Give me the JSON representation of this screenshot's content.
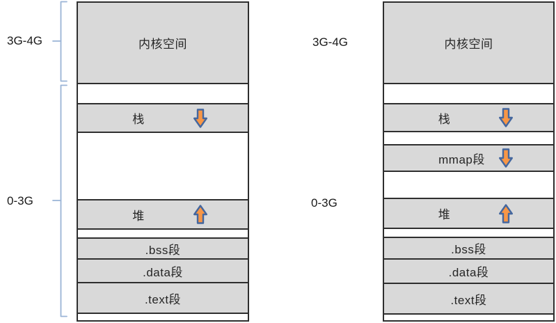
{
  "colors": {
    "box_border": "#2e2e2e",
    "gray_fill": "#d9d9d9",
    "white_fill": "#ffffff",
    "arrow_fill": "#f79646",
    "arrow_stroke": "#44679f",
    "bracket": "#9ab4d6",
    "text": "#262626"
  },
  "diagrams": [
    {
      "id": "without-mmap",
      "range_brackets": [
        {
          "label": "3G-4G"
        },
        {
          "label": "0-3G"
        }
      ],
      "segments": [
        {
          "label": "内核空间",
          "variant": "gray",
          "height": 115,
          "arrow": "none",
          "shift": 0
        },
        {
          "label": "",
          "variant": "white",
          "height": 29,
          "arrow": "none",
          "shift": 0
        },
        {
          "label": "栈",
          "variant": "gray",
          "height": 41,
          "arrow": "down",
          "shift": -35
        },
        {
          "label": "",
          "variant": "white",
          "height": 97,
          "arrow": "none",
          "shift": 0
        },
        {
          "label": "堆",
          "variant": "gray",
          "height": 42,
          "arrow": "up",
          "shift": -35
        },
        {
          "label": "",
          "variant": "white",
          "height": 13,
          "arrow": "none",
          "shift": 0
        },
        {
          "label": ".bss段",
          "variant": "gray",
          "height": 30,
          "arrow": "none",
          "shift": 0
        },
        {
          "label": ".data段",
          "variant": "gray",
          "height": 34,
          "arrow": "none",
          "shift": 0
        },
        {
          "label": ".text段",
          "variant": "gray",
          "height": 44,
          "arrow": "none",
          "shift": 0
        },
        {
          "label": "",
          "variant": "white",
          "height": 11,
          "arrow": "none",
          "shift": 0
        }
      ]
    },
    {
      "id": "with-mmap",
      "range_brackets": [
        {
          "label": "3G-4G"
        },
        {
          "label": "0-3G"
        }
      ],
      "segments": [
        {
          "label": "内核空间",
          "variant": "gray",
          "height": 115,
          "arrow": "none",
          "shift": 0
        },
        {
          "label": "",
          "variant": "white",
          "height": 29,
          "arrow": "none",
          "shift": 0
        },
        {
          "label": "栈",
          "variant": "gray",
          "height": 40,
          "arrow": "down",
          "shift": -35
        },
        {
          "label": "",
          "variant": "white",
          "height": 19,
          "arrow": "none",
          "shift": 0
        },
        {
          "label": "mmap段",
          "variant": "gray",
          "height": 38,
          "arrow": "down",
          "shift": -10
        },
        {
          "label": "",
          "variant": "white",
          "height": 39,
          "arrow": "none",
          "shift": 0
        },
        {
          "label": "堆",
          "variant": "gray",
          "height": 43,
          "arrow": "up",
          "shift": -35
        },
        {
          "label": "",
          "variant": "white",
          "height": 13,
          "arrow": "none",
          "shift": 0
        },
        {
          "label": ".bss段",
          "variant": "gray",
          "height": 31,
          "arrow": "none",
          "shift": 0
        },
        {
          "label": ".data段",
          "variant": "gray",
          "height": 35,
          "arrow": "none",
          "shift": 0
        },
        {
          "label": ".text段",
          "variant": "gray",
          "height": 44,
          "arrow": "none",
          "shift": 0
        },
        {
          "label": "",
          "variant": "white",
          "height": 10,
          "arrow": "none",
          "shift": 0
        }
      ]
    }
  ]
}
